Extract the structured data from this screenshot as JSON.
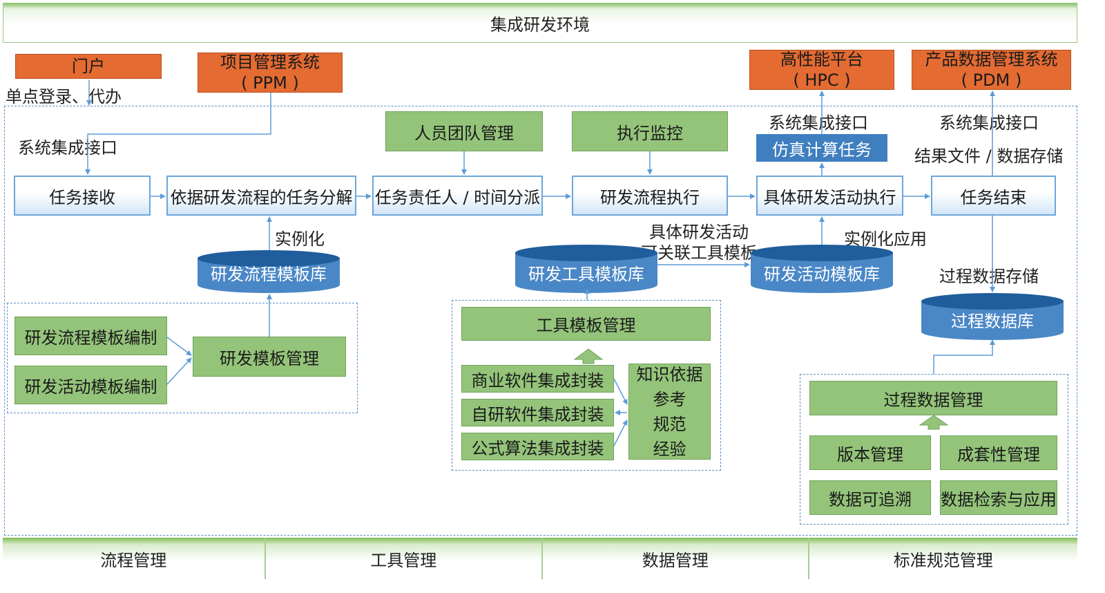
{
  "title": "集成研发环境",
  "portal": {
    "label": "门户",
    "note": "单点登录、代办"
  },
  "ppm": {
    "line1": "项目管理系统",
    "line2": "( PPM )"
  },
  "hpc": {
    "line1": "高性能平台",
    "line2": "( HPC )"
  },
  "pdm": {
    "line1": "产品数据管理系统",
    "line2": "( PDM )"
  },
  "labels": {
    "sys_interface_left": "系统集成接口",
    "sys_interface_hpc": "系统集成接口",
    "sys_interface_pdm": "系统集成接口",
    "result_storage": "结果文件 / 数据存储",
    "instantiate": "实例化",
    "activity_link_1": "具体研发活动",
    "activity_link_2": "可关联工具模板",
    "instantiate_apply": "实例化应用",
    "process_storage": "过程数据存储"
  },
  "tasks": [
    "任务接收",
    "依据研发流程的任务分解",
    "任务责任人 / 时间分派",
    "研发流程执行",
    "具体研发活动执行",
    "任务结束"
  ],
  "green_top": {
    "team": "人员团队管理",
    "monitor": "执行监控"
  },
  "sim_task": "仿真计算任务",
  "databases": {
    "process_template": "研发流程模板库",
    "tool_template": "研发工具模板库",
    "activity_template": "研发活动模板库",
    "process_data": "过程数据库"
  },
  "template_mgmt": {
    "edit_process": "研发流程模板编制",
    "edit_activity": "研发活动模板编制",
    "manage": "研发模板管理"
  },
  "tool_mgmt": {
    "title": "工具模板管理",
    "items": [
      "商业软件集成封装",
      "自研软件集成封装",
      "公式算法集成封装"
    ],
    "knowledge": [
      "知识依据",
      "参考",
      "规范",
      "经验"
    ]
  },
  "data_mgmt": {
    "title": "过程数据管理",
    "items": [
      "版本管理",
      "成套性管理",
      "数据可追溯",
      "数据检索与应用"
    ]
  },
  "bottom": [
    "流程管理",
    "工具管理",
    "数据管理",
    "标准规范管理"
  ],
  "colors": {
    "orange": "#e46b32",
    "green": "#94c47a",
    "blue": "#3f7fc0",
    "line": "#5b9bd5"
  }
}
